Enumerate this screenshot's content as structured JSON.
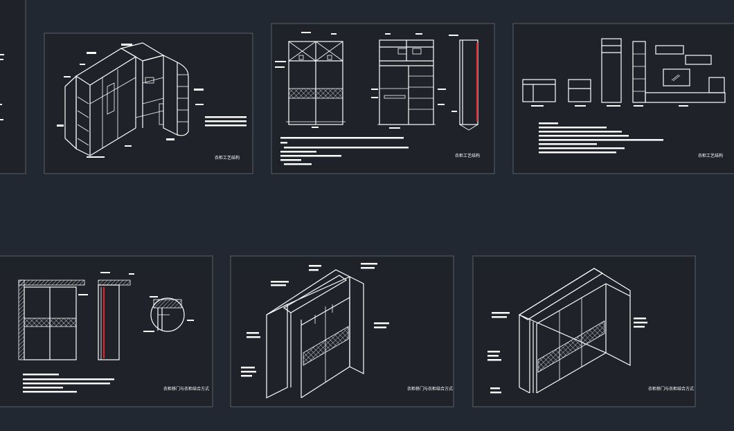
{
  "colors": {
    "background": "#222831",
    "sheet": "#1f2228",
    "sheet_border": "#5a5f66",
    "line": "#ffffff",
    "accent": "#e0282e"
  },
  "sheets": [
    {
      "id": "sheet-0",
      "caption": ""
    },
    {
      "id": "sheet-1",
      "caption": "衣柜工艺结构"
    },
    {
      "id": "sheet-2",
      "caption": "衣柜工艺结构"
    },
    {
      "id": "sheet-3",
      "caption": "衣柜工艺结构"
    },
    {
      "id": "sheet-4",
      "caption": "衣柜移门与衣柜结合方式"
    },
    {
      "id": "sheet-5",
      "caption": "衣柜移门与衣柜结合方式"
    },
    {
      "id": "sheet-6",
      "caption": "衣柜移门与衣柜结合方式"
    }
  ]
}
